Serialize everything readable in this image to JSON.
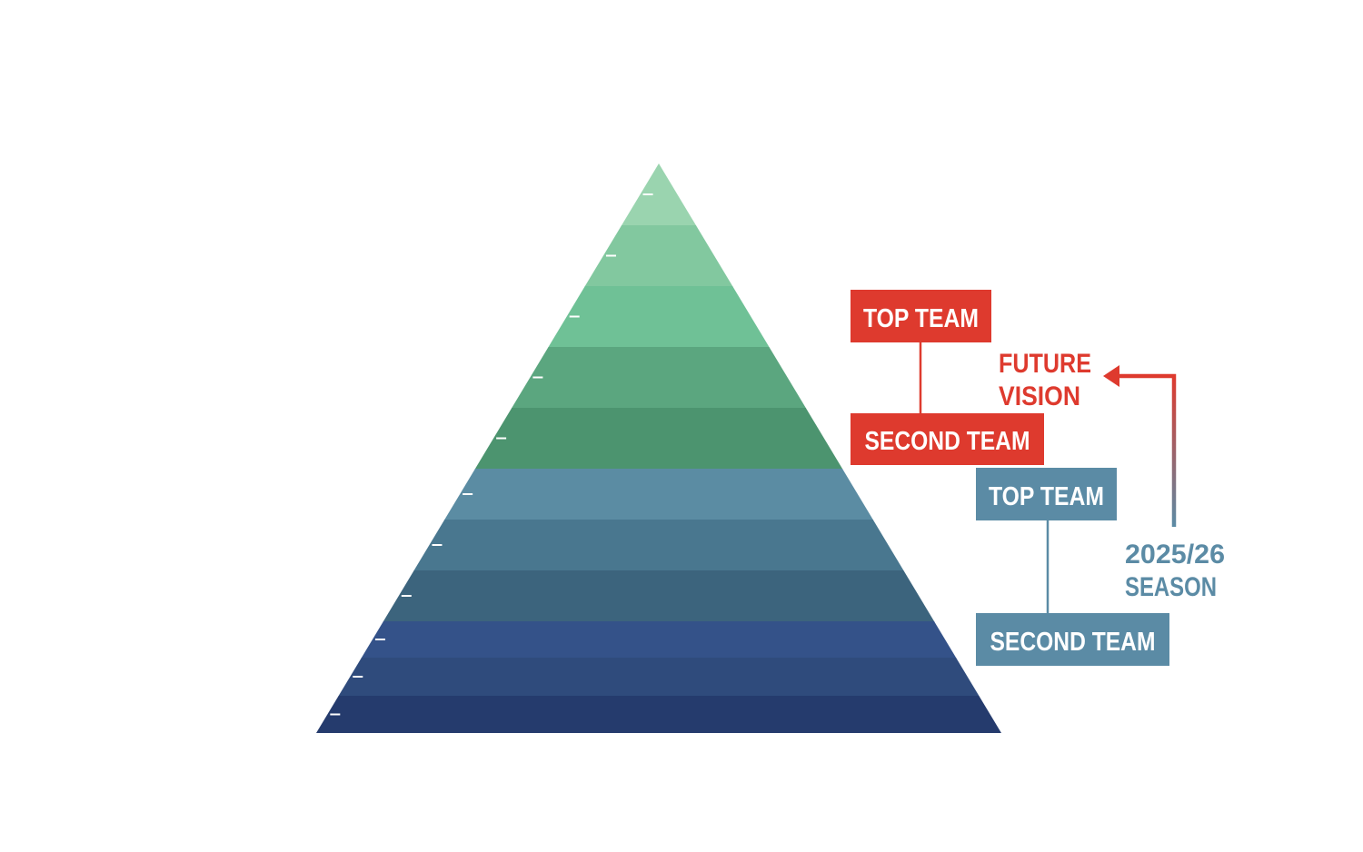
{
  "colors": {
    "future": "#de3a2e",
    "current": "#5b8ba5",
    "white": "#ffffff",
    "tiers": [
      "#9ad4af",
      "#82c89f",
      "#6fc196",
      "#5ba67f",
      "#4c946f",
      "#5b8ca3",
      "#49778f",
      "#3c647d",
      "#345289",
      "#2f4b7c",
      "#253b6d"
    ]
  },
  "future_vision": {
    "label_line1": "FUTURE",
    "label_line2": "VISION",
    "top_team": "TOP TEAM",
    "second_team": "SECOND TEAM",
    "top_team_tier": 3,
    "second_team_tier": 5
  },
  "current_season": {
    "label_line1": "2025/26",
    "label_line2": "SEASON",
    "top_team": "TOP TEAM",
    "second_team": "SECOND TEAM",
    "top_team_tier": 6,
    "second_team_tier": 9
  }
}
